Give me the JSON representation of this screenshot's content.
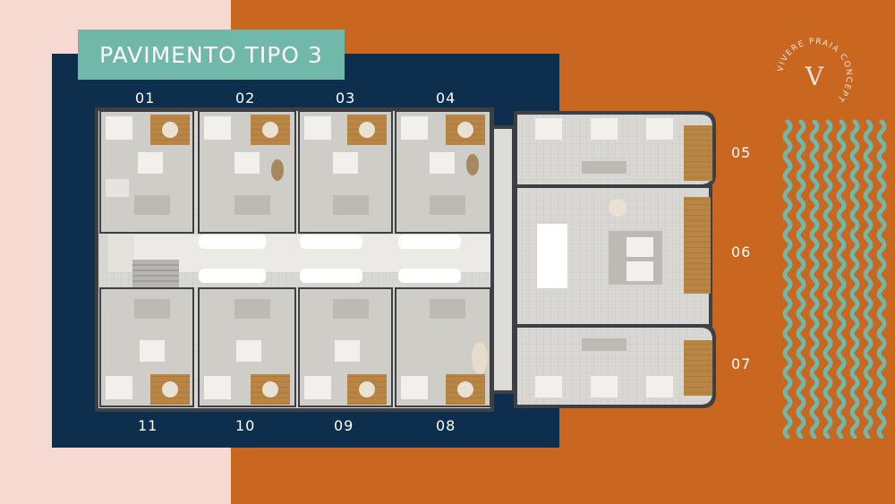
{
  "title": "PAVIMENTO TIPO 3",
  "units_top": [
    "01",
    "02",
    "03",
    "04"
  ],
  "units_bottom": [
    "11",
    "10",
    "09",
    "08"
  ],
  "units_right": [
    "05",
    "06",
    "07"
  ],
  "logo": {
    "letter": "V",
    "ring_text": "VIVERE PRAIA CONCEPT"
  },
  "colors": {
    "pink": "#f6d9d0",
    "orange": "#c9661f",
    "navy": "#0d2f4d",
    "teal": "#6fb8aa"
  }
}
